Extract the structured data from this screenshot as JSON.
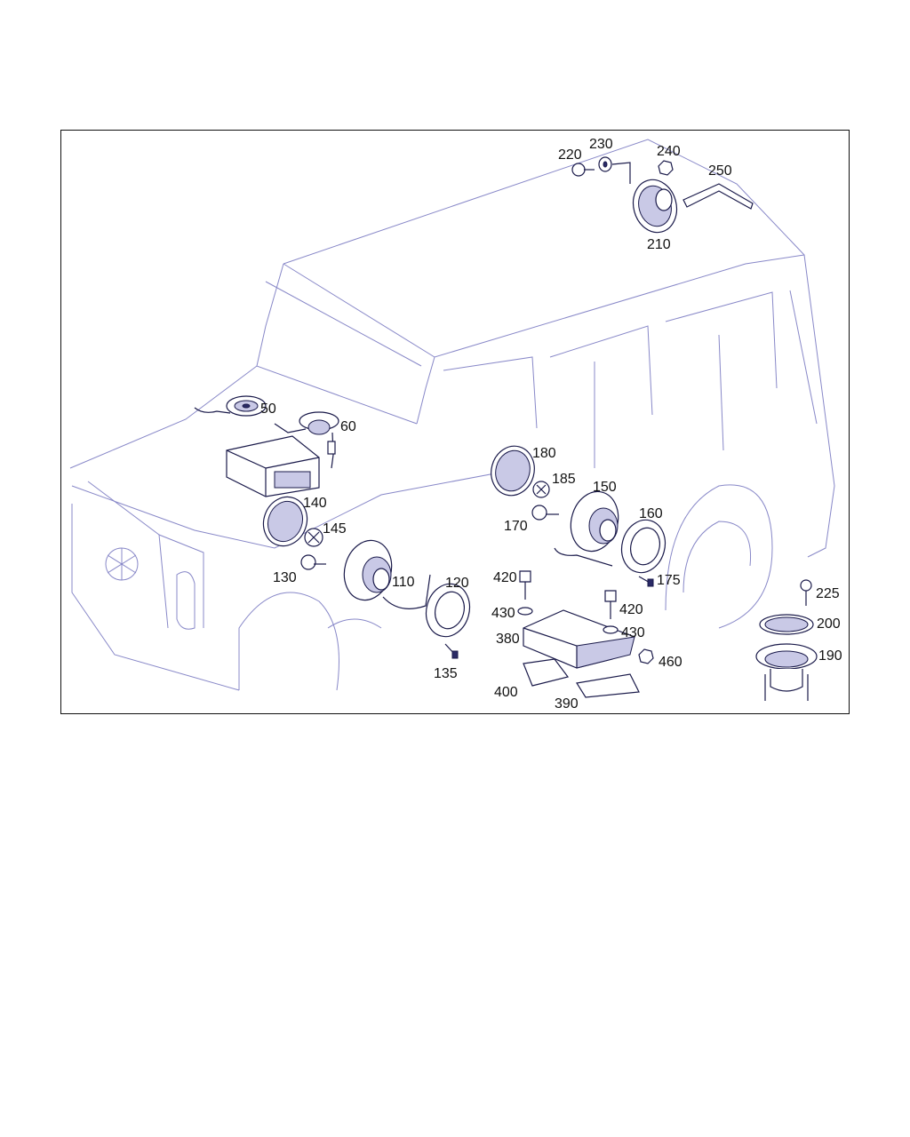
{
  "diagram": {
    "callouts": [
      {
        "id": "c50",
        "text": "50"
      },
      {
        "id": "c60",
        "text": "60"
      },
      {
        "id": "c110",
        "text": "110"
      },
      {
        "id": "c120",
        "text": "120"
      },
      {
        "id": "c130",
        "text": "130"
      },
      {
        "id": "c135",
        "text": "135"
      },
      {
        "id": "c140",
        "text": "140"
      },
      {
        "id": "c145",
        "text": "145"
      },
      {
        "id": "c150",
        "text": "150"
      },
      {
        "id": "c160",
        "text": "160"
      },
      {
        "id": "c170",
        "text": "170"
      },
      {
        "id": "c175",
        "text": "175"
      },
      {
        "id": "c180",
        "text": "180"
      },
      {
        "id": "c185",
        "text": "185"
      },
      {
        "id": "c190",
        "text": "190"
      },
      {
        "id": "c200",
        "text": "200"
      },
      {
        "id": "c210",
        "text": "210"
      },
      {
        "id": "c220",
        "text": "220"
      },
      {
        "id": "c225",
        "text": "225"
      },
      {
        "id": "c230",
        "text": "230"
      },
      {
        "id": "c240",
        "text": "240"
      },
      {
        "id": "c250",
        "text": "250"
      },
      {
        "id": "c380",
        "text": "380"
      },
      {
        "id": "c390",
        "text": "390"
      },
      {
        "id": "c400",
        "text": "400"
      },
      {
        "id": "c420a",
        "text": "420"
      },
      {
        "id": "c420b",
        "text": "420"
      },
      {
        "id": "c430a",
        "text": "430"
      },
      {
        "id": "c430b",
        "text": "430"
      },
      {
        "id": "c460",
        "text": "460"
      }
    ]
  }
}
